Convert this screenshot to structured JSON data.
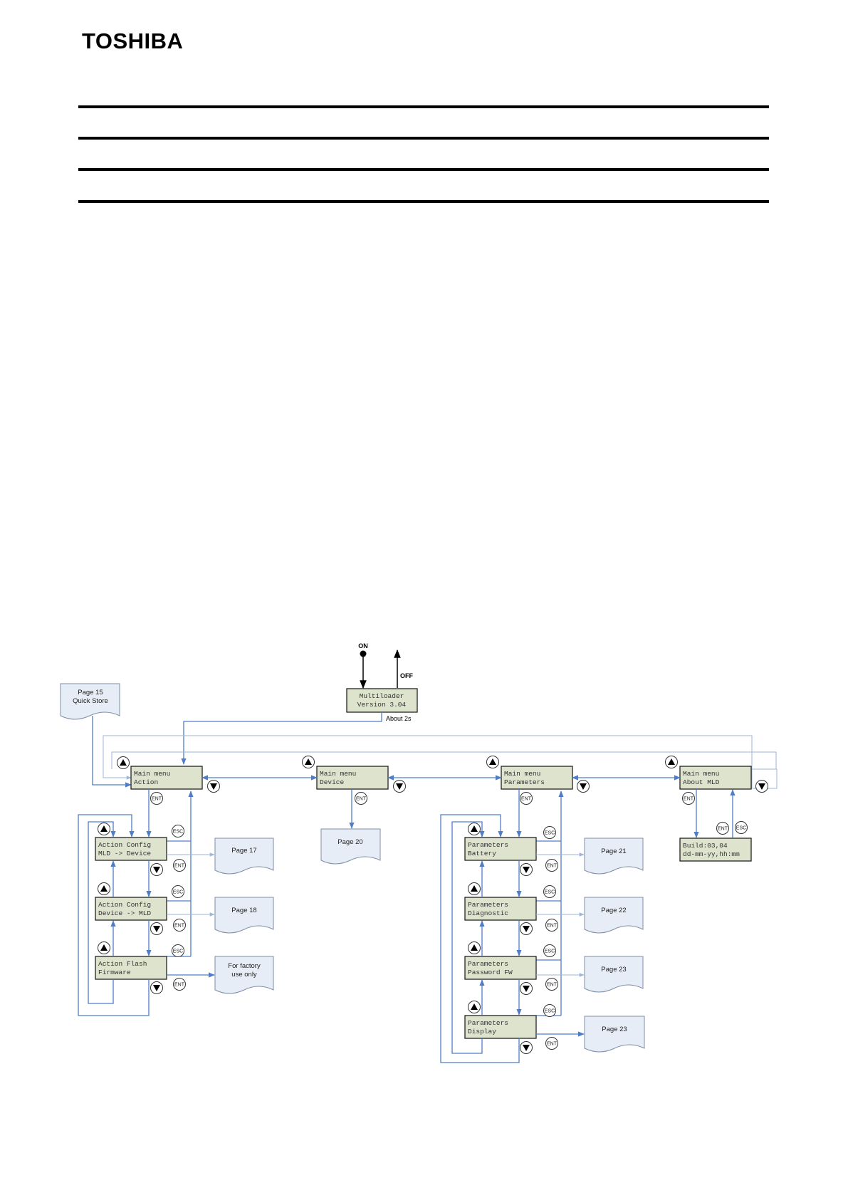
{
  "header": {
    "logo": "TOSHIBA"
  },
  "power": {
    "on_label": "ON",
    "off_label": "OFF",
    "startup_delay": "About 2s"
  },
  "startup_screen": {
    "line1": "Multiloader",
    "line2": "Version 3.04"
  },
  "quick_store_doc": {
    "line1": "Page 15",
    "line2": "Quick Store"
  },
  "main_menus": [
    {
      "line1": "Main menu",
      "line2": "Action"
    },
    {
      "line1": "Main menu",
      "line2": "Device"
    },
    {
      "line1": "Main menu",
      "line2": "Parameters"
    },
    {
      "line1": "Main menu",
      "line2": "About MLD"
    }
  ],
  "action_items": [
    {
      "line1": "Action Config",
      "line2": "MLD -> Device",
      "target_line1": "Page 17",
      "target_line2": ""
    },
    {
      "line1": "Action Config",
      "line2": "Device -> MLD",
      "target_line1": "Page 18",
      "target_line2": ""
    },
    {
      "line1": "Action Flash",
      "line2": "Firmware",
      "target_line1": "For factory",
      "target_line2": "use only"
    }
  ],
  "device_doc": {
    "line1": "Page 20"
  },
  "parameter_items": [
    {
      "line1": "Parameters",
      "line2": "Battery",
      "target": "Page 21"
    },
    {
      "line1": "Parameters",
      "line2": "Diagnostic",
      "target": "Page 22"
    },
    {
      "line1": "Parameters",
      "line2": "Password FW",
      "target": "Page 23"
    },
    {
      "line1": "Parameters",
      "line2": "Display",
      "target": "Page 23"
    }
  ],
  "about_screen": {
    "line1": "Build:03,04",
    "line2": "dd-mm-yy,hh:mm"
  },
  "buttons": {
    "ent": "ENT",
    "esc": "ESC"
  },
  "icons": {
    "up": "up-arrow-button-icon",
    "down": "down-arrow-button-icon"
  },
  "colors": {
    "lcd_fill": "#dde3cc",
    "wire": "#4f7dc7",
    "doc_fill": "#e6edf6"
  }
}
